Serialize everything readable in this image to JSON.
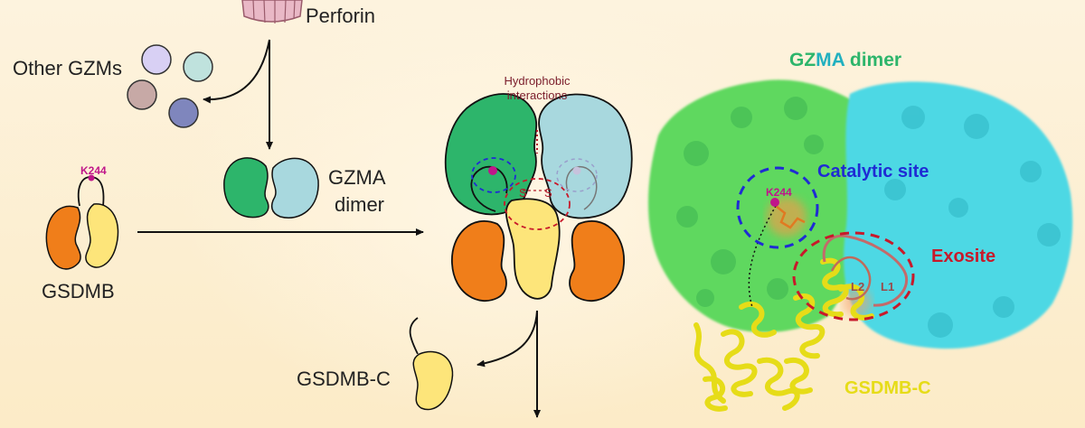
{
  "labels": {
    "perforin": "Perforin",
    "other_gzms": "Other GZMs",
    "gzma_dimer_line1": "GZMA",
    "gzma_dimer_line2": "dimer",
    "gsdmb": "GSDMB",
    "k244_left": "K244",
    "hydrophobic_line1": "Hydrophobic",
    "hydrophobic_line2": "interactions",
    "s_left": "S",
    "s_right": "S",
    "gsdmb_c_left": "GSDMB-C"
  },
  "structure": {
    "title_part1": "GZ",
    "title_part2": "MA",
    "title_part3": " dimer",
    "catalytic_site": "Catalytic site",
    "k244": "K244",
    "exosite": "Exosite",
    "l2": "L2",
    "l1": "L1",
    "gsdmb_c": "GSDMB-C"
  },
  "colors": {
    "background": "#fdf0d4",
    "gzma_green": "#2db56b",
    "gzma_blue": "#a8d8de",
    "gsdmb_orange": "#f07e1a",
    "gsdmb_yellow": "#fde57a",
    "k244_magenta": "#c0168a",
    "catalytic_blue": "#1f2bd4",
    "exosite_red": "#c8192a",
    "structure_green": "#5fd85f",
    "structure_cyan": "#4ed8e4",
    "helix_yellow": "#e6dc18"
  }
}
